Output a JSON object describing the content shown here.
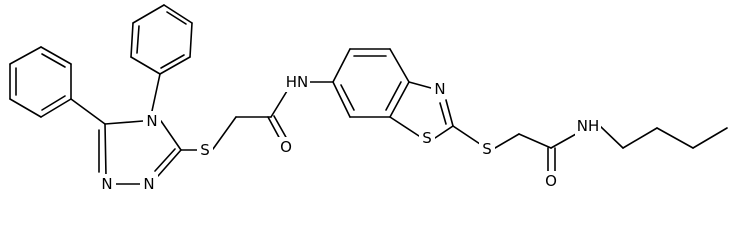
{
  "atom_labels": {
    "n_triazole_4": "N",
    "n_triazole_1": "N",
    "n_triazole_2": "N",
    "s_thioether_1": "S",
    "o_amide_1": "O",
    "nh_amide_1": "HN",
    "n_thiazole": "N",
    "s_thiazole": "S",
    "s_thioether_2": "S",
    "o_amide_2": "O",
    "nh_amide_2": "NH"
  },
  "colors": {
    "bond": "#000000",
    "label": "#000000",
    "background": "#ffffff"
  }
}
